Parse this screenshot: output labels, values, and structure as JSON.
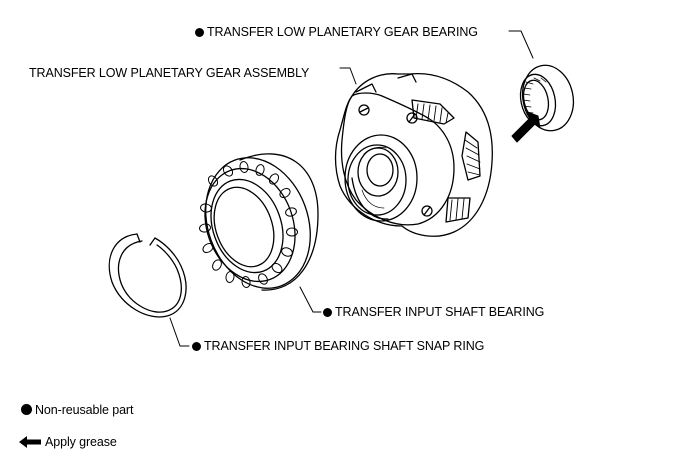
{
  "labels": {
    "gear_bearing": "TRANSFER LOW PLANETARY GEAR BEARING",
    "gear_assembly": "TRANSFER LOW PLANETARY GEAR ASSEMBLY",
    "input_shaft_bearing": "TRANSFER INPUT SHAFT BEARING",
    "snap_ring": "TRANSFER INPUT BEARING SHAFT SNAP RING"
  },
  "legend": {
    "non_reusable": "Non-reusable part",
    "apply_grease": "Apply grease"
  },
  "icons": {
    "non_reusable_marker": "filled-circle-icon",
    "grease_marker": "arrow-left-icon"
  },
  "colors": {
    "ink": "#000000",
    "paper": "#ffffff"
  }
}
